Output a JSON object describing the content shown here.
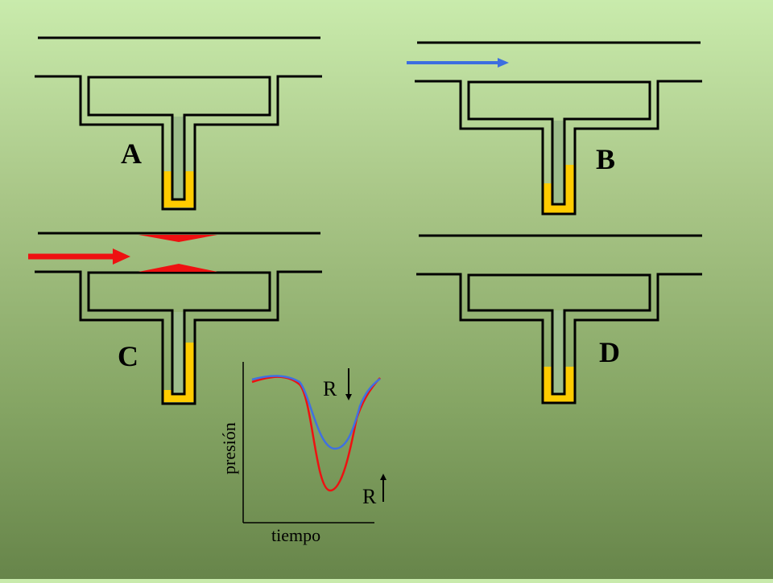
{
  "diagram": {
    "panels": [
      {
        "label": "A",
        "flow": "none"
      },
      {
        "label": "B",
        "flow": "blue-arrow"
      },
      {
        "label": "C",
        "flow": "red-arrow-with-constriction"
      },
      {
        "label": "D",
        "flow": "none"
      }
    ],
    "graph": {
      "xlabel": "tiempo",
      "ylabel": "presión",
      "curve_labels": [
        "R",
        "R"
      ],
      "series": [
        {
          "color": "#4070e0",
          "indicator": "arrow-down"
        },
        {
          "color": "#ee1111",
          "indicator": "arrow-up"
        }
      ]
    },
    "colors": {
      "fluid": "#ffcc00",
      "tube_stroke": "#000000",
      "blue_arrow": "#3c6ee0",
      "red_arrow": "#ee1111",
      "water_column": "#a0c090"
    }
  }
}
